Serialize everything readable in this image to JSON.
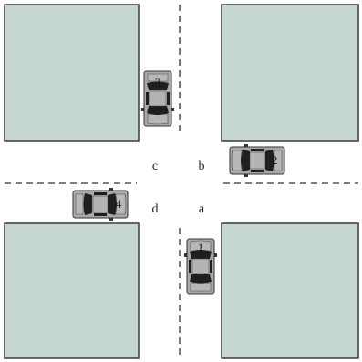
{
  "zones": {
    "a": "a",
    "b": "b",
    "c": "c",
    "d": "d"
  },
  "cars": {
    "car1": {
      "number": "1"
    },
    "car2": {
      "number": "2"
    },
    "car3": {
      "number": "3"
    },
    "car4": {
      "number": "4"
    }
  },
  "colors": {
    "block_fill": "#c6d6d3",
    "block_stroke": "#3a3a3a",
    "road": "#ffffff",
    "lane_dash": "#333333",
    "car_body": "#a9a9a9",
    "car_dark": "#1f1f1f",
    "car_outline": "#333333"
  }
}
